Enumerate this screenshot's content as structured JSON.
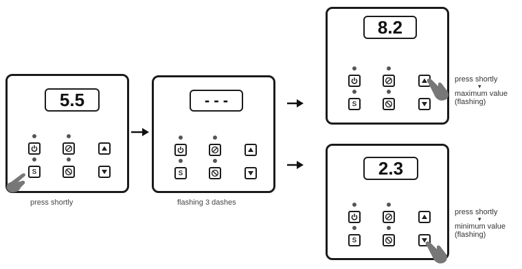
{
  "panels": [
    {
      "display": "5.5",
      "caption": "press shortly"
    },
    {
      "display": "- - -",
      "caption": "flashing 3 dashes"
    },
    {
      "display": "8.2"
    },
    {
      "display": "2.3"
    }
  ],
  "keys": {
    "s_label": "S"
  },
  "notes": {
    "top": {
      "line1": "press shortly",
      "arrow": "▾",
      "line2": "maximum value",
      "line3": "(flashing)"
    },
    "bottom": {
      "line1": "press shortly",
      "arrow": "▾",
      "line2": "minimum value",
      "line3": "(flashing)"
    }
  },
  "icons": [
    "power-icon",
    "no-heat-icon",
    "stop-icon",
    "up-arrow-icon",
    "down-arrow-icon",
    "finger-icon",
    "arrow-right-icon"
  ]
}
